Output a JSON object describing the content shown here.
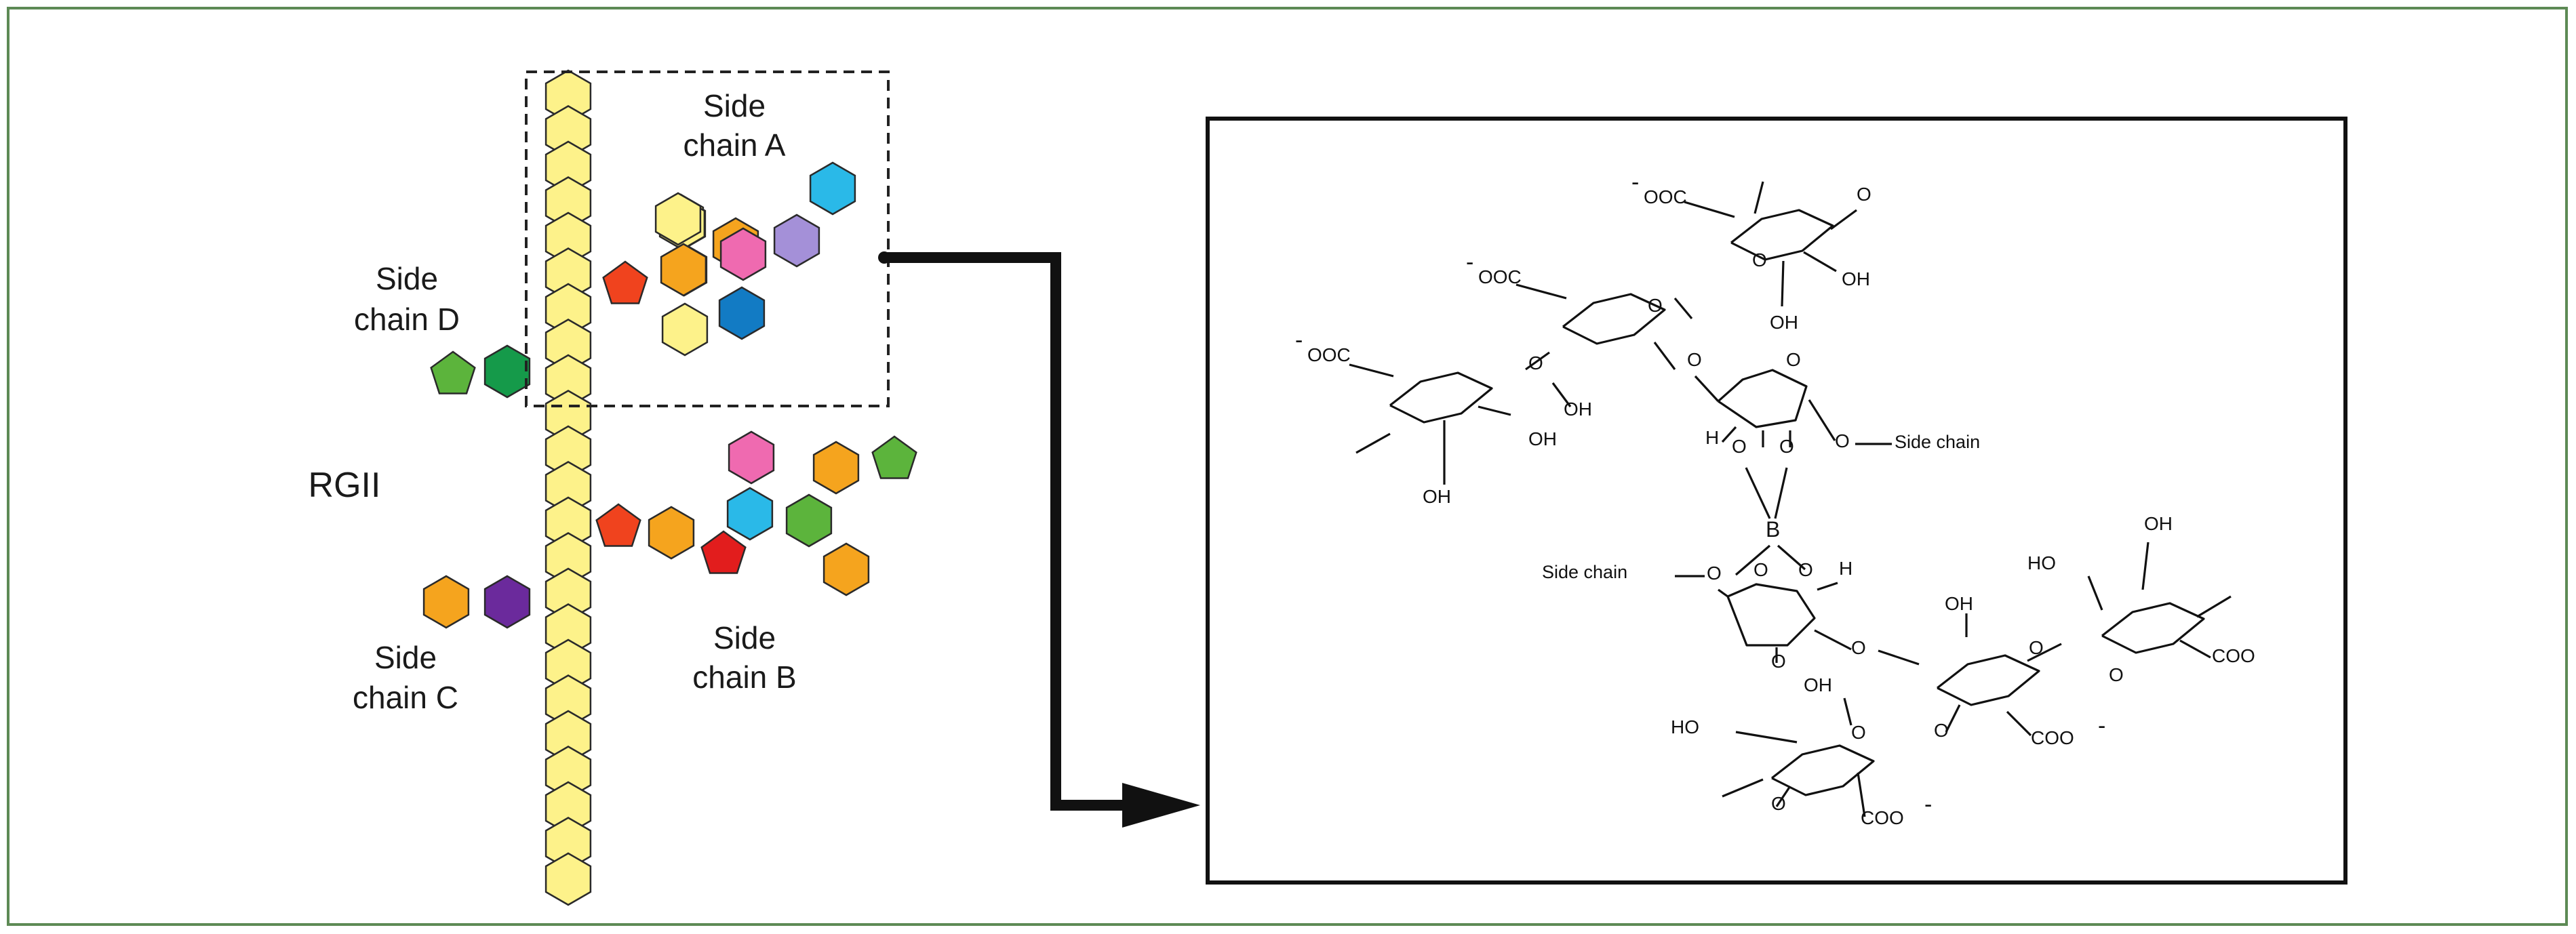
{
  "labels": {
    "rgii": "RGII",
    "side_chain_a": [
      "Side",
      "chain A"
    ],
    "side_chain_b": [
      "Side",
      "chain B"
    ],
    "side_chain_c": [
      "Side",
      "chain C"
    ],
    "side_chain_d": [
      "Side",
      "chain D"
    ]
  },
  "chemistry": {
    "boron": "B",
    "side_chain_upper": "Side chain",
    "side_chain_lower": "Side chain",
    "coo_minus": "OOC",
    "coo": "COO",
    "oh": "OH",
    "ho": "HO",
    "h": "H",
    "o": "O",
    "minus": "-"
  },
  "colors": {
    "backbone": "#fdf28a",
    "orange": "#f5a41e",
    "red_orange": "#f0431e",
    "red": "#e21d1d",
    "pink": "#ef6ab0",
    "lavender": "#a490d8",
    "cyan": "#2ab9e8",
    "blue": "#127bc4",
    "green": "#5cb43c",
    "dark_green": "#159a4a",
    "purple": "#6b2a9c",
    "frame": "#5d8a55"
  }
}
